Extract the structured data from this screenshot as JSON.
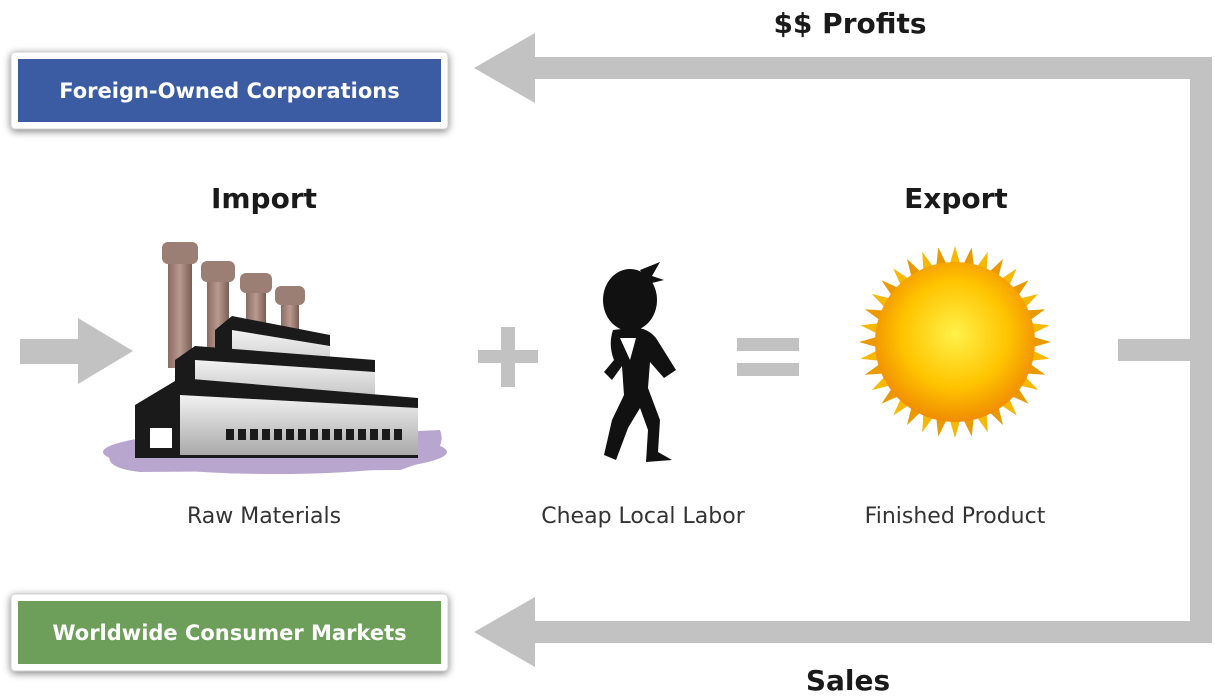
{
  "diagram": {
    "box_top": {
      "label": "Foreign-Owned Corporations",
      "color": "#3a5ca3"
    },
    "box_bottom": {
      "label": "Worldwide Consumer Markets",
      "color": "#6e9f5a"
    },
    "flow_top_label": "$$ Profits",
    "flow_bottom_label": "Sales",
    "import_label": "Import",
    "export_label": "Export",
    "captions": {
      "raw_materials": "Raw Materials",
      "labor": "Cheap Local Labor",
      "product": "Finished Product"
    },
    "operators": [
      "+",
      "="
    ],
    "icons": [
      "factory-icon",
      "walking-person-icon",
      "sun-icon",
      "arrow-icon"
    ],
    "arrow_color": "#c2c2c2"
  }
}
